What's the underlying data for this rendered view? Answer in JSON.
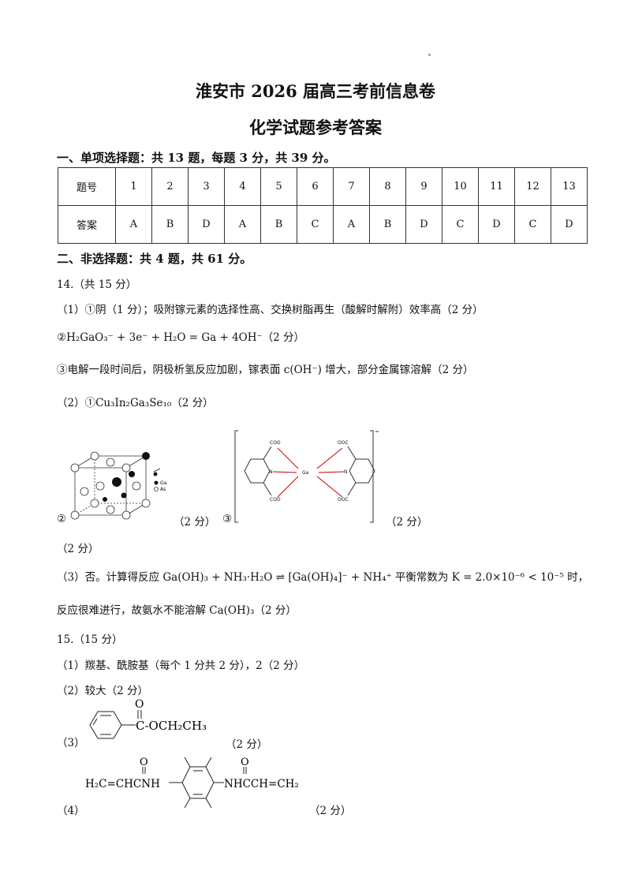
{
  "header": {
    "title": "淮安市 2026 届高三考前信息卷",
    "subtitle": "化学试题参考答案"
  },
  "section1": {
    "heading": "一、单项选择题：共 13 题，每题 3 分，共 39 分。",
    "table": {
      "row1_label": "题号",
      "row2_label": "答案",
      "numbers": [
        "1",
        "2",
        "3",
        "4",
        "5",
        "6",
        "7",
        "8",
        "9",
        "10",
        "11",
        "12",
        "13"
      ],
      "answers": [
        "A",
        "B",
        "D",
        "A",
        "B",
        "C",
        "A",
        "B",
        "D",
        "C",
        "D",
        "C",
        "D"
      ]
    }
  },
  "section2": {
    "heading": "二、非选择题：共 4 题，共 61 分。",
    "q14": {
      "title": "14.（共 15 分）",
      "p1": "（1）①阴（1 分）；吸附镓元素的选择性高、交换树脂再生（酸解时解附）效率高（2 分）",
      "p2_eq": "②H₂GaO₃⁻ + 3e⁻ + H₂O = Ga + 4OH⁻（2 分）",
      "p3": "③电解一段时间后，阴极析氢反应加剧，镓表面 c(OH⁻) 增大，部分金属镓溶解（2 分）",
      "p4": "（2）①Cu₃In₂Ga₃Se₁₀（2 分）",
      "p5_marker_a": "②",
      "p5_score_a": "（2 分）",
      "p5_marker_b": "③",
      "p5_score_b": "（2 分）",
      "legend_ga": "Ga",
      "legend_as": "As",
      "struct_ga": "Ga",
      "struct_n": "N",
      "struct_coo": "COO",
      "struct_ooc": "OOC",
      "p6": "（2 分）",
      "p7": "（3）否。计算得反应 Ga(OH)₃ + NH₃·H₂O ⇌ [Ga(OH)₄]⁻ + NH₄⁺ 平衡常数为 K = 2.0×10⁻⁶ < 10⁻⁵ 时，",
      "p8": "反应很难进行，故氨水不能溶解 Ca(OH)₃（2 分）"
    },
    "q15": {
      "title": "15.（15 分）",
      "p1": "（1）羰基、酰胺基（每个 1 分共 2 分），2（2 分）",
      "p2": "（2）较大（2 分）",
      "p3_marker": "（3）",
      "p3_formula": "C-OCH₂CH₃",
      "p3_o": "O",
      "p3_score": "（2 分）",
      "p4_marker": "（4）",
      "p4_left": "H₂C=CHCNH",
      "p4_right": "NHCCH=CH₂",
      "p4_o": "O",
      "p4_score": "（2 分）"
    }
  }
}
